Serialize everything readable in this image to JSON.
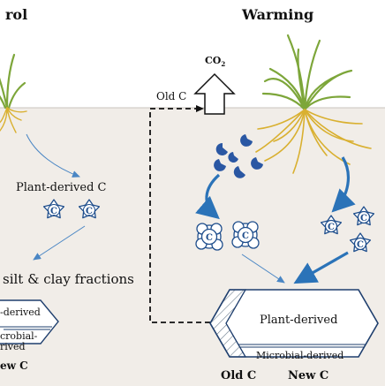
{
  "panels": {
    "control": {
      "title": "rol"
    },
    "warming": {
      "title": "Warming"
    }
  },
  "labels": {
    "co2": "CO",
    "co2_sub": "2",
    "old_c_arrow": "Old C",
    "plant_derived_c": "Plant-derived C",
    "silt_clay": "silt & clay fractions",
    "left_hex_plant": "-derived",
    "left_hex_microbial_1": "crobial-",
    "left_hex_microbial_2": "rived",
    "left_new_c": "ew C",
    "right_hex_plant": "Plant-derived",
    "right_hex_microbial": "Microbial-derived",
    "old_c": "Old C",
    "new_c": "New C"
  },
  "glyphs": {
    "carbon": "C"
  },
  "colors": {
    "soil": "#f1ede8",
    "blue_arrow": "#2b73b8",
    "thin_arrow": "#4a86c4",
    "molecule": "#1f4e8c",
    "root": "#d9b030",
    "grass": "#7da63a",
    "hex_stroke": "#1f3f6e"
  }
}
